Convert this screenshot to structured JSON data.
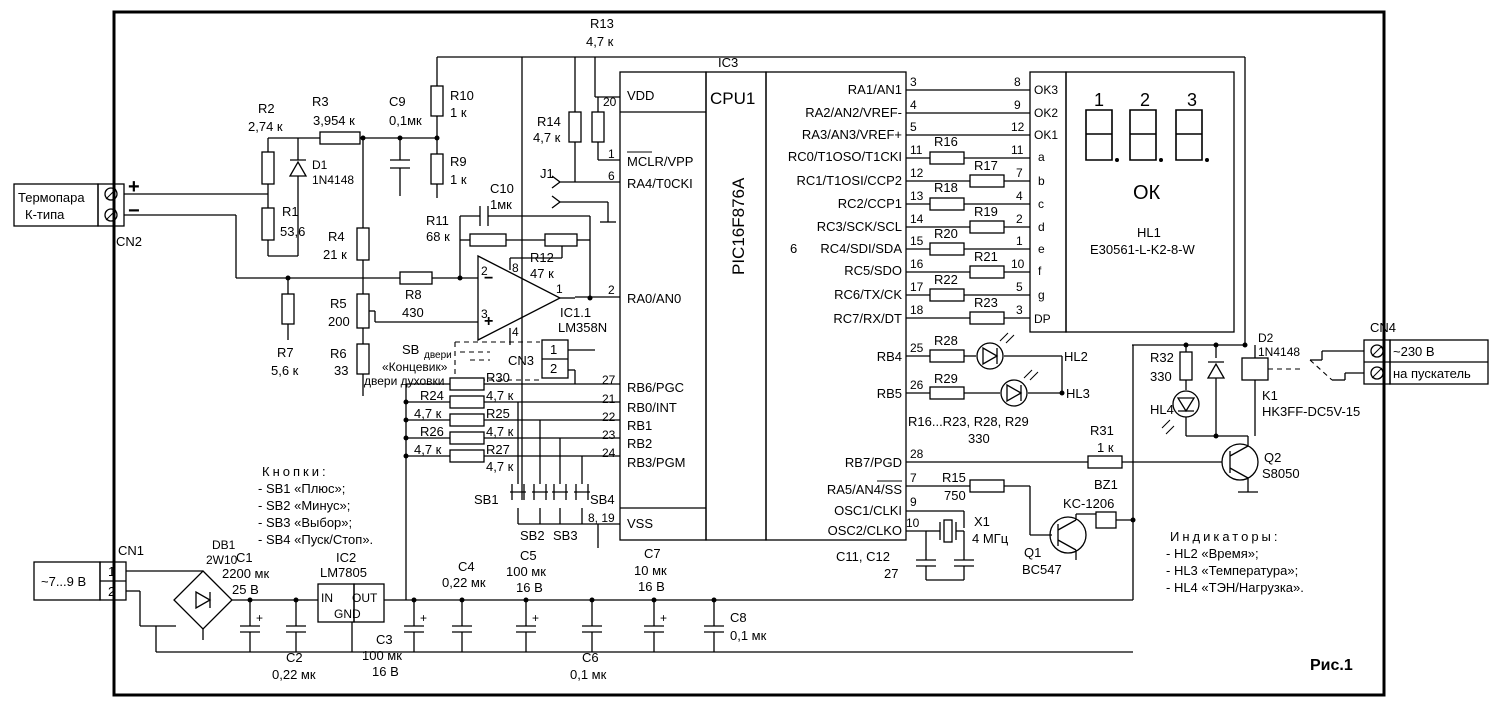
{
  "figure_label": "Рис.1",
  "thermocouple": {
    "label1": "Термопара",
    "label2": "К-типа",
    "plus": "+",
    "minus": "−",
    "connector": "CN2"
  },
  "power_in": {
    "label": "~7...9 В",
    "connector": "CN1",
    "pin1": "1",
    "pin2": "2"
  },
  "mains_out": {
    "connector": "CN4",
    "label1": "~230 В",
    "label2": "на пускатель"
  },
  "mcu": {
    "ref": "IC3",
    "name": "CPU1",
    "part": "PIC16F876A",
    "left_pins": [
      "VDD",
      "MCLR/VPP",
      "RA4/T0CKI",
      "RA0/AN0",
      "RB6/PGC",
      "RB0/INT",
      "RB1",
      "RB2",
      "RB3/PGM",
      "VSS"
    ],
    "left_pin_numbers": [
      "20",
      "1",
      "6",
      "2",
      "27",
      "21",
      "22",
      "23",
      "24",
      "8, 19"
    ],
    "right_pins": [
      "RA1/AN1",
      "RA2/AN2/VREF-",
      "RA3/AN3/VREF+",
      "RC0/T1OSO/T1CKI",
      "RC1/T1OSI/CCP2",
      "RC2/CCP1",
      "RC3/SCK/SCL",
      "RC4/SDI/SDA",
      "RC5/SDO",
      "RC6/TX/CK",
      "RC7/RX/DT",
      "RB4",
      "RB5",
      "RB7/PGD",
      "RA5/AN4/SS",
      "OSC1/CLKI",
      "OSC2/CLKO"
    ],
    "right_pin_numbers": [
      "3",
      "4",
      "5",
      "11",
      "12",
      "13",
      "14",
      "15",
      "16",
      "17",
      "18",
      "25",
      "26",
      "28",
      "7",
      "9",
      "10"
    ],
    "pin6_label": "6"
  },
  "display": {
    "ref": "HL1",
    "part": "E30561-L-K2-8-W",
    "digits": [
      "1",
      "2",
      "3"
    ],
    "text": "ОК",
    "pins": [
      "OK3",
      "OK2",
      "OK1",
      "a",
      "b",
      "c",
      "d",
      "e",
      "f",
      "g",
      "DP"
    ],
    "pin_numbers": [
      "8",
      "9",
      "12",
      "11",
      "7",
      "4",
      "2",
      "1",
      "10",
      "5",
      "3"
    ]
  },
  "segment_resistors": [
    "R16",
    "R17",
    "R18",
    "R19",
    "R20",
    "R21",
    "R22",
    "R23"
  ],
  "resistor_note": "R16...R23, R28, R29",
  "resistor_note_value": "330",
  "opamp": {
    "ref": "IC1.1",
    "part": "LM358N",
    "pin3": "3",
    "pin2": "2",
    "pin1": "1",
    "pin8": "8",
    "pin4": "4"
  },
  "components": {
    "R1": "R1",
    "R1v": "53,6",
    "R2": "R2",
    "R2v": "2,74 к",
    "R3": "R3",
    "R3v": "3,954 к",
    "R4": "R4",
    "R4v": "21 к",
    "R5": "R5",
    "R5v": "200",
    "R6": "R6",
    "R6v": "33",
    "R7": "R7",
    "R7v": "5,6 к",
    "R8": "R8",
    "R8v": "430",
    "R9": "R9",
    "R9v": "1 к",
    "R10": "R10",
    "R10v": "1 к",
    "R11": "R11",
    "R11v": "68 к",
    "R12": "R12",
    "R12v": "47 к",
    "R13": "R13",
    "R13v": "4,7 к",
    "R14": "R14",
    "R14v": "4,7 к",
    "R15": "R15",
    "R15v": "750",
    "R28": "R28",
    "R29": "R29",
    "R31": "R31",
    "R31v": "1 к",
    "R32": "R32",
    "R32v": "330",
    "R24": "R24",
    "R25": "R25",
    "R26": "R26",
    "R27": "R27",
    "R30": "R30",
    "Rk": "4,7 к",
    "C1": "C1",
    "C1v": "2200 мк",
    "C1u": "25 В",
    "C2": "C2",
    "C2v": "0,22 мк",
    "C3": "C3",
    "C3v": "100 мк",
    "C3u": "16 В",
    "C4": "C4",
    "C4v": "0,22 мк",
    "C5": "C5",
    "C5v": "100 мк",
    "C5u": "16 В",
    "C6": "C6",
    "C6v": "0,1 мк",
    "C7": "C7",
    "C7v": "10 мк",
    "C7u": "16 В",
    "C8": "C8",
    "C8v": "0,1 мк",
    "C9": "C9",
    "C9v": "0,1мк",
    "C10": "C10",
    "C10v": "1мк",
    "C1112": "C11, C12",
    "C1112v": "27",
    "D1": "D1",
    "D1v": "1N4148",
    "D2": "D2",
    "D2v": "1N4148",
    "DB1": "DB1",
    "DB1v": "2W10",
    "IC2": "IC2",
    "IC2v": "LM7805",
    "IC2in": "IN",
    "IC2out": "OUT",
    "IC2gnd": "GND",
    "X1": "X1",
    "X1v": "4 МГц",
    "BZ1": "BZ1",
    "BZ1v": "KC-1206",
    "Q1": "Q1",
    "Q1v": "BC547",
    "Q2": "Q2",
    "Q2v": "S8050",
    "K1": "K1",
    "K1v": "HK3FF-DC5V-15",
    "HL2": "HL2",
    "HL3": "HL3",
    "HL4": "HL4",
    "J1": "J1",
    "CN3": "CN3",
    "CN3p1": "1",
    "CN3p2": "2",
    "SB_door": "SB",
    "SB_door_sub": "двери",
    "SB_door_l1": "«Концевик»",
    "SB_door_l2": "двери духовки",
    "SB1": "SB1",
    "SB2": "SB2",
    "SB3": "SB3",
    "SB4": "SB4"
  },
  "buttons_legend": {
    "title": "Кнопки:",
    "items": [
      "- SB1 «Плюс»;",
      "- SB2 «Минус»;",
      "- SB3 «Выбор»;",
      "- SB4 «Пуск/Стоп»."
    ]
  },
  "indicators_legend": {
    "title": "Индикаторы:",
    "items": [
      "- HL2 «Время»;",
      "- HL3 «Температура»;",
      "- HL4 «ТЭН/Нагрузка»."
    ]
  }
}
